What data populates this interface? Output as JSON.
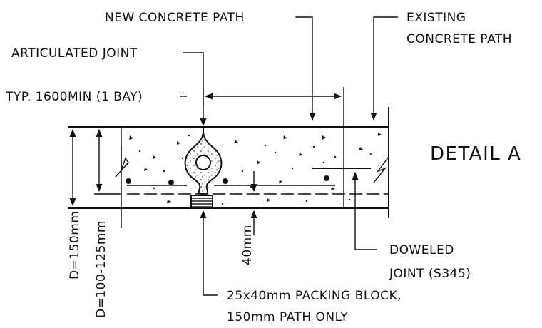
{
  "labels": {
    "new_path": "NEW CONCRETE PATH",
    "existing_line1": "EXISTING",
    "existing_line2": "CONCRETE PATH",
    "articulated": "ARTICULATED JOINT",
    "bay": "TYP. 1600MIN (1 BAY)",
    "detail": "DETAIL A",
    "doweled_line1": "DOWELED",
    "doweled_line2": "JOINT (S345)",
    "packing_line1": "25x40mm PACKING BLOCK,",
    "packing_line2": "150mm PATH ONLY",
    "dim_40": "40mm",
    "dim_d150": "D=150mm",
    "dim_d100": "D=100-125mm"
  }
}
